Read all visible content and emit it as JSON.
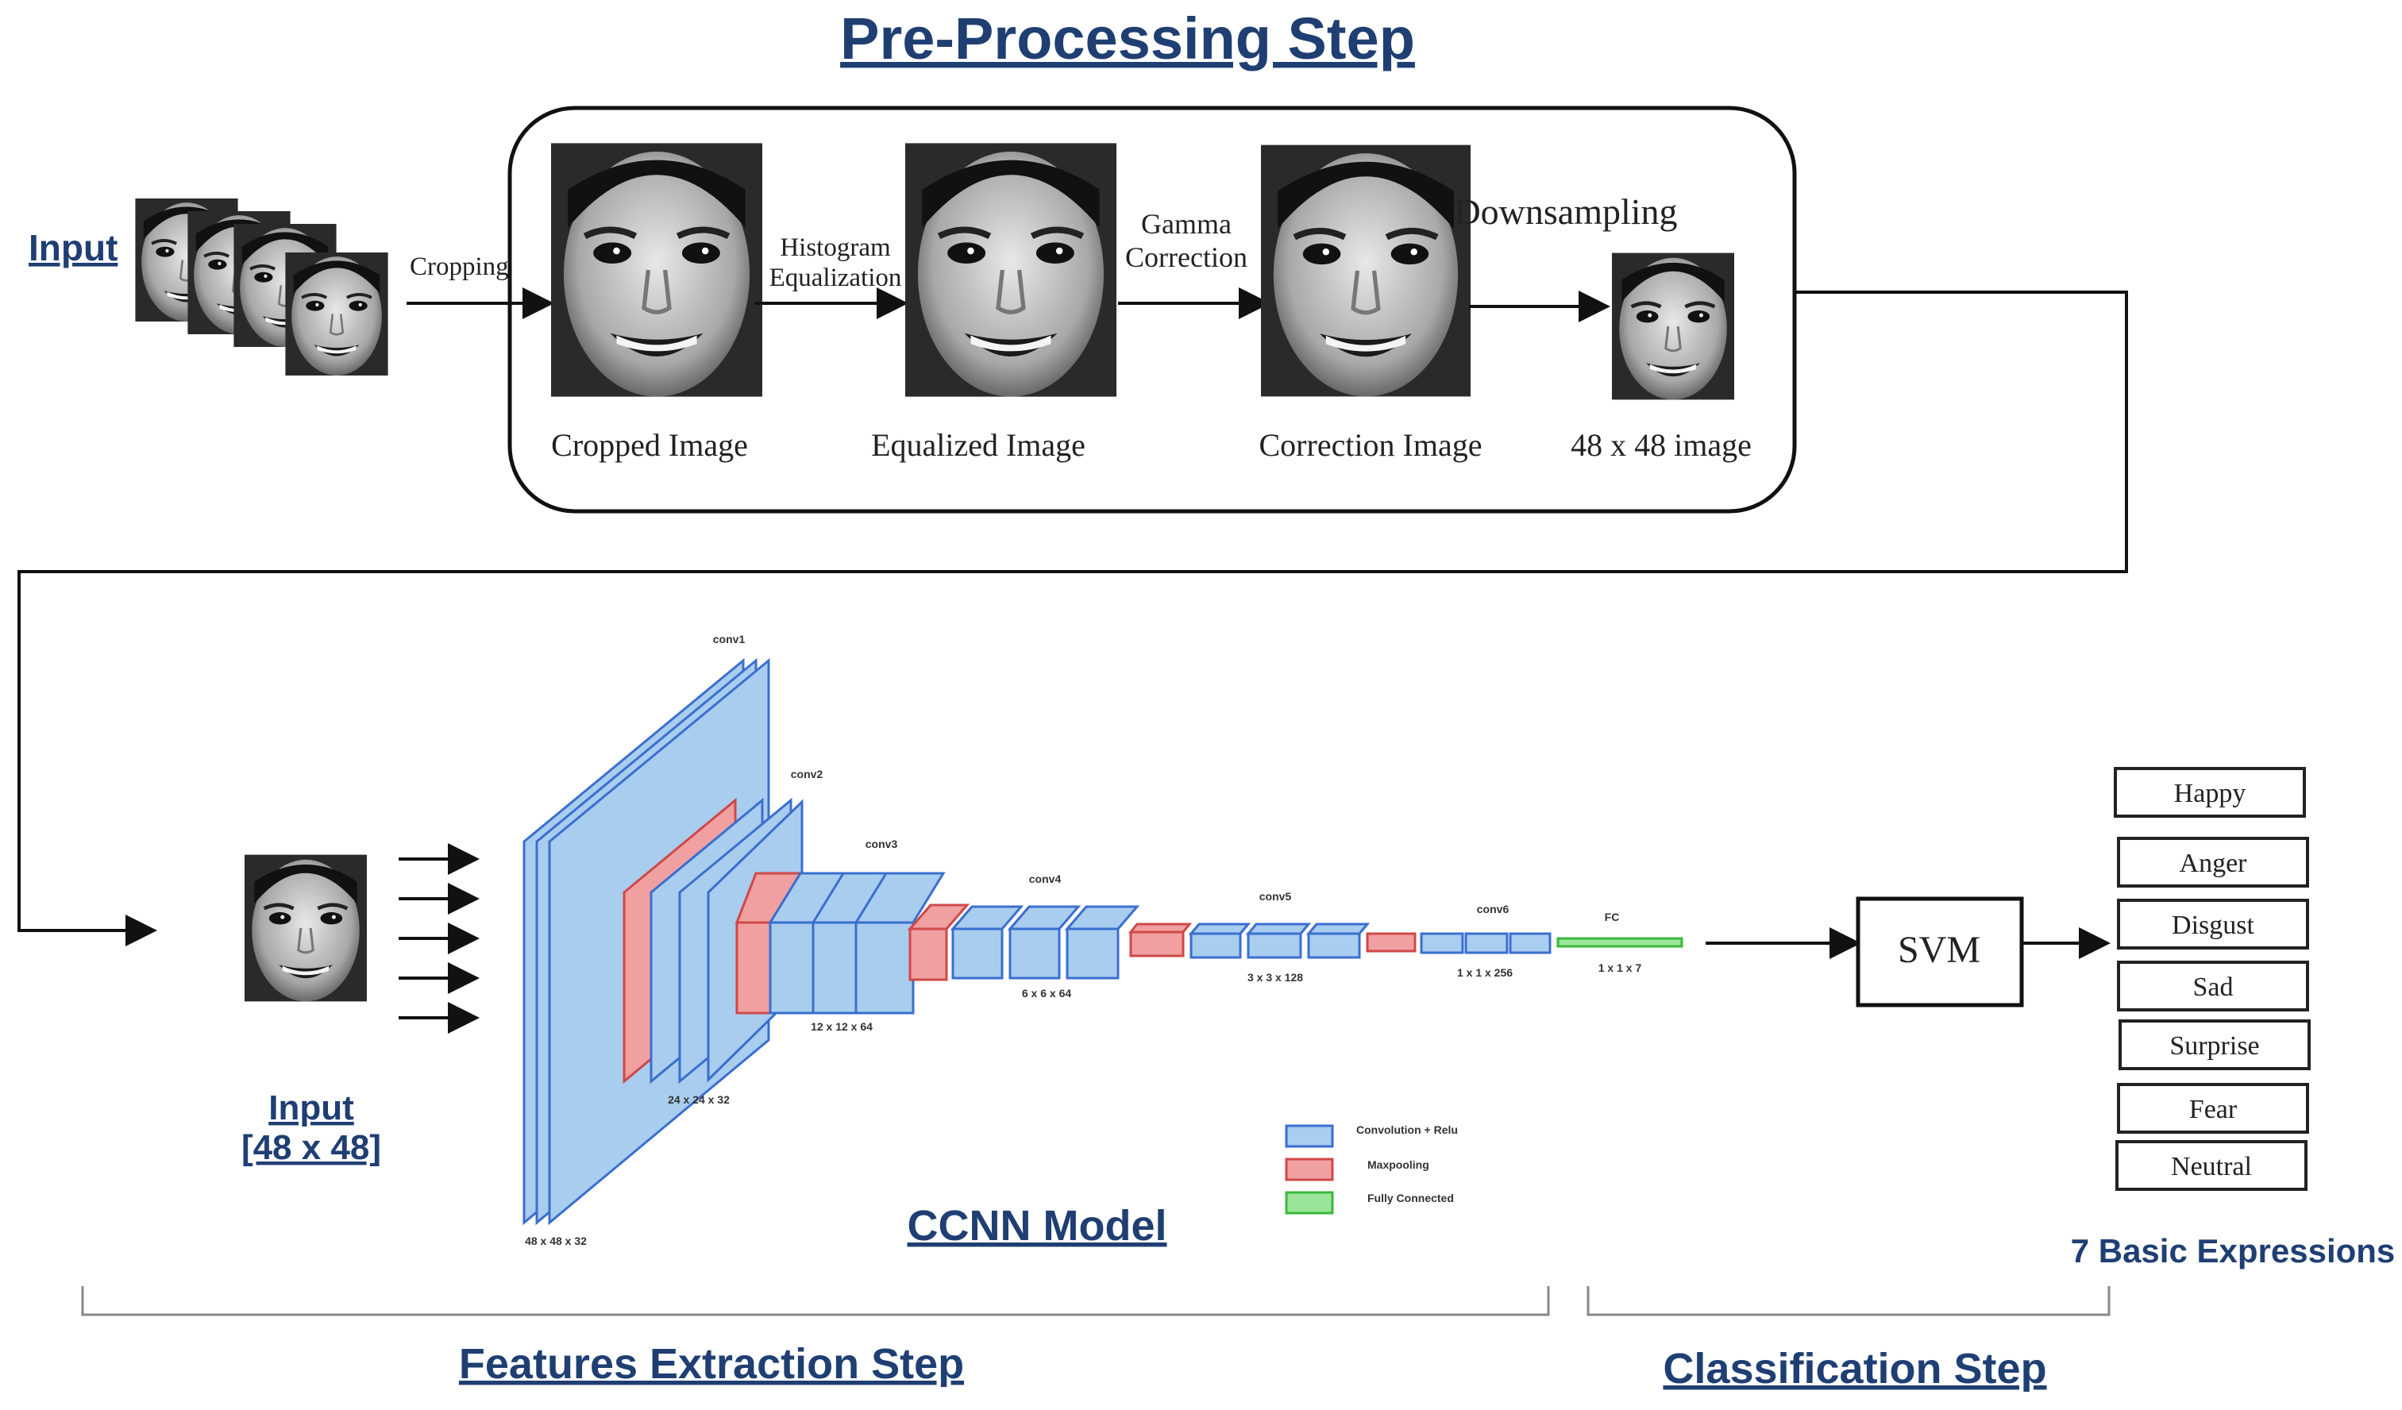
{
  "titles": {
    "preprocessing": "Pre-Processing Step",
    "features": "Features Extraction Step",
    "classification": "Classification Step",
    "model": "CCNN Model",
    "expressions": "7 Basic Expressions"
  },
  "preprocessing": {
    "input_label": "Input",
    "arrow_cropping": "Cropping",
    "arrow_histogram": [
      "Histogram",
      "Equalization"
    ],
    "arrow_gamma": [
      "Gamma",
      "Correction"
    ],
    "arrow_downsampling": "Downsampling",
    "captions": [
      "Cropped Image",
      "Equalized Image",
      "Correction Image",
      "48 x 48 image"
    ]
  },
  "network": {
    "input_label": [
      "Input",
      "[48 x 48]"
    ],
    "layers": [
      "conv1",
      "conv2",
      "conv3",
      "conv4",
      "conv5",
      "conv6",
      "FC"
    ],
    "dims": [
      "48 x 48 x 32",
      "24 x 24 x 32",
      "12 x 12 x 64",
      "6 x 6 x 64",
      "3 x 3 x 128",
      "1 x 1 x 256",
      "1 x 1 x 7"
    ],
    "legend": [
      "Convolution + Relu",
      "Maxpooling",
      "Fully Connected"
    ],
    "colors": {
      "conv": "#a9cdee",
      "conv_edge": "#3a6fd0",
      "pool": "#f0a0a0",
      "pool_edge": "#d04848",
      "fc": "#9ae59a",
      "fc_edge": "#3cb83c"
    }
  },
  "classifier": {
    "label": "SVM",
    "expressions": [
      "Happy",
      "Anger",
      "Disgust",
      "Sad",
      "Surprise",
      "Fear",
      "Neutral"
    ]
  }
}
